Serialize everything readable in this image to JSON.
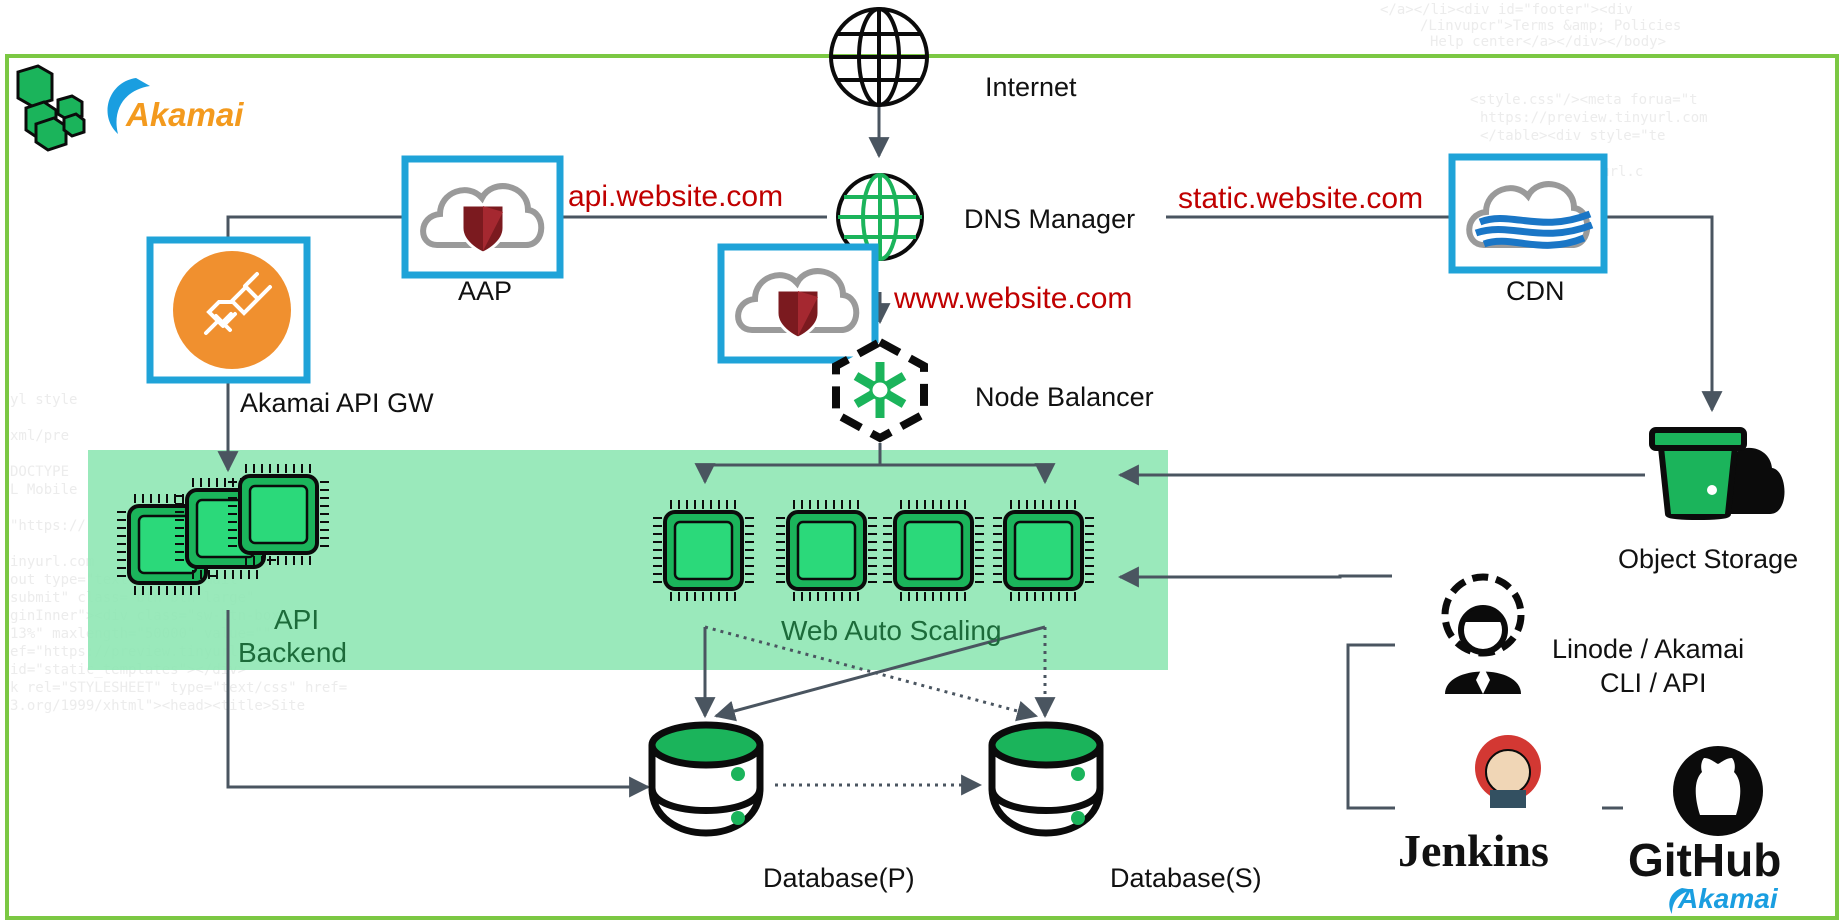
{
  "colors": {
    "frame": "#7bc843",
    "zone": "#8fe7b4",
    "box": "#1fa3d8",
    "url_text": "#c00000",
    "line": "#4a5560",
    "chip": "#1bb45b"
  },
  "logos": {
    "akamai_top": "Akamai",
    "akamai_bottom": "Akamai",
    "jenkins": "Jenkins",
    "github": "GitHub"
  },
  "nodes": {
    "internet": "Internet",
    "dns_manager": "DNS Manager",
    "aap": "AAP",
    "cdn": "CDN",
    "api_gw": "Akamai API GW",
    "node_balancer": "Node Balancer",
    "object_storage": "Object Storage",
    "api_backend_1": "API",
    "api_backend_2": "Backend",
    "web_auto_scaling": "Web Auto Scaling",
    "cli_api_1": "Linode / Akamai",
    "cli_api_2": "CLI / API",
    "db_primary": "Database(P)",
    "db_secondary": "Database(S)"
  },
  "urls": {
    "api": "api.website.com",
    "www": "www.website.com",
    "static": "static.website.com"
  },
  "icons": [
    "globe-icon",
    "dns-globe-icon",
    "cloud-shield-icon",
    "cloud-waves-icon",
    "plug-icon",
    "node-balancer-icon",
    "bucket-cloud-icon",
    "gear-person-icon",
    "server-chip-icon",
    "database-icon",
    "linode-logo-icon",
    "jenkins-logo-icon",
    "github-logo-icon"
  ]
}
